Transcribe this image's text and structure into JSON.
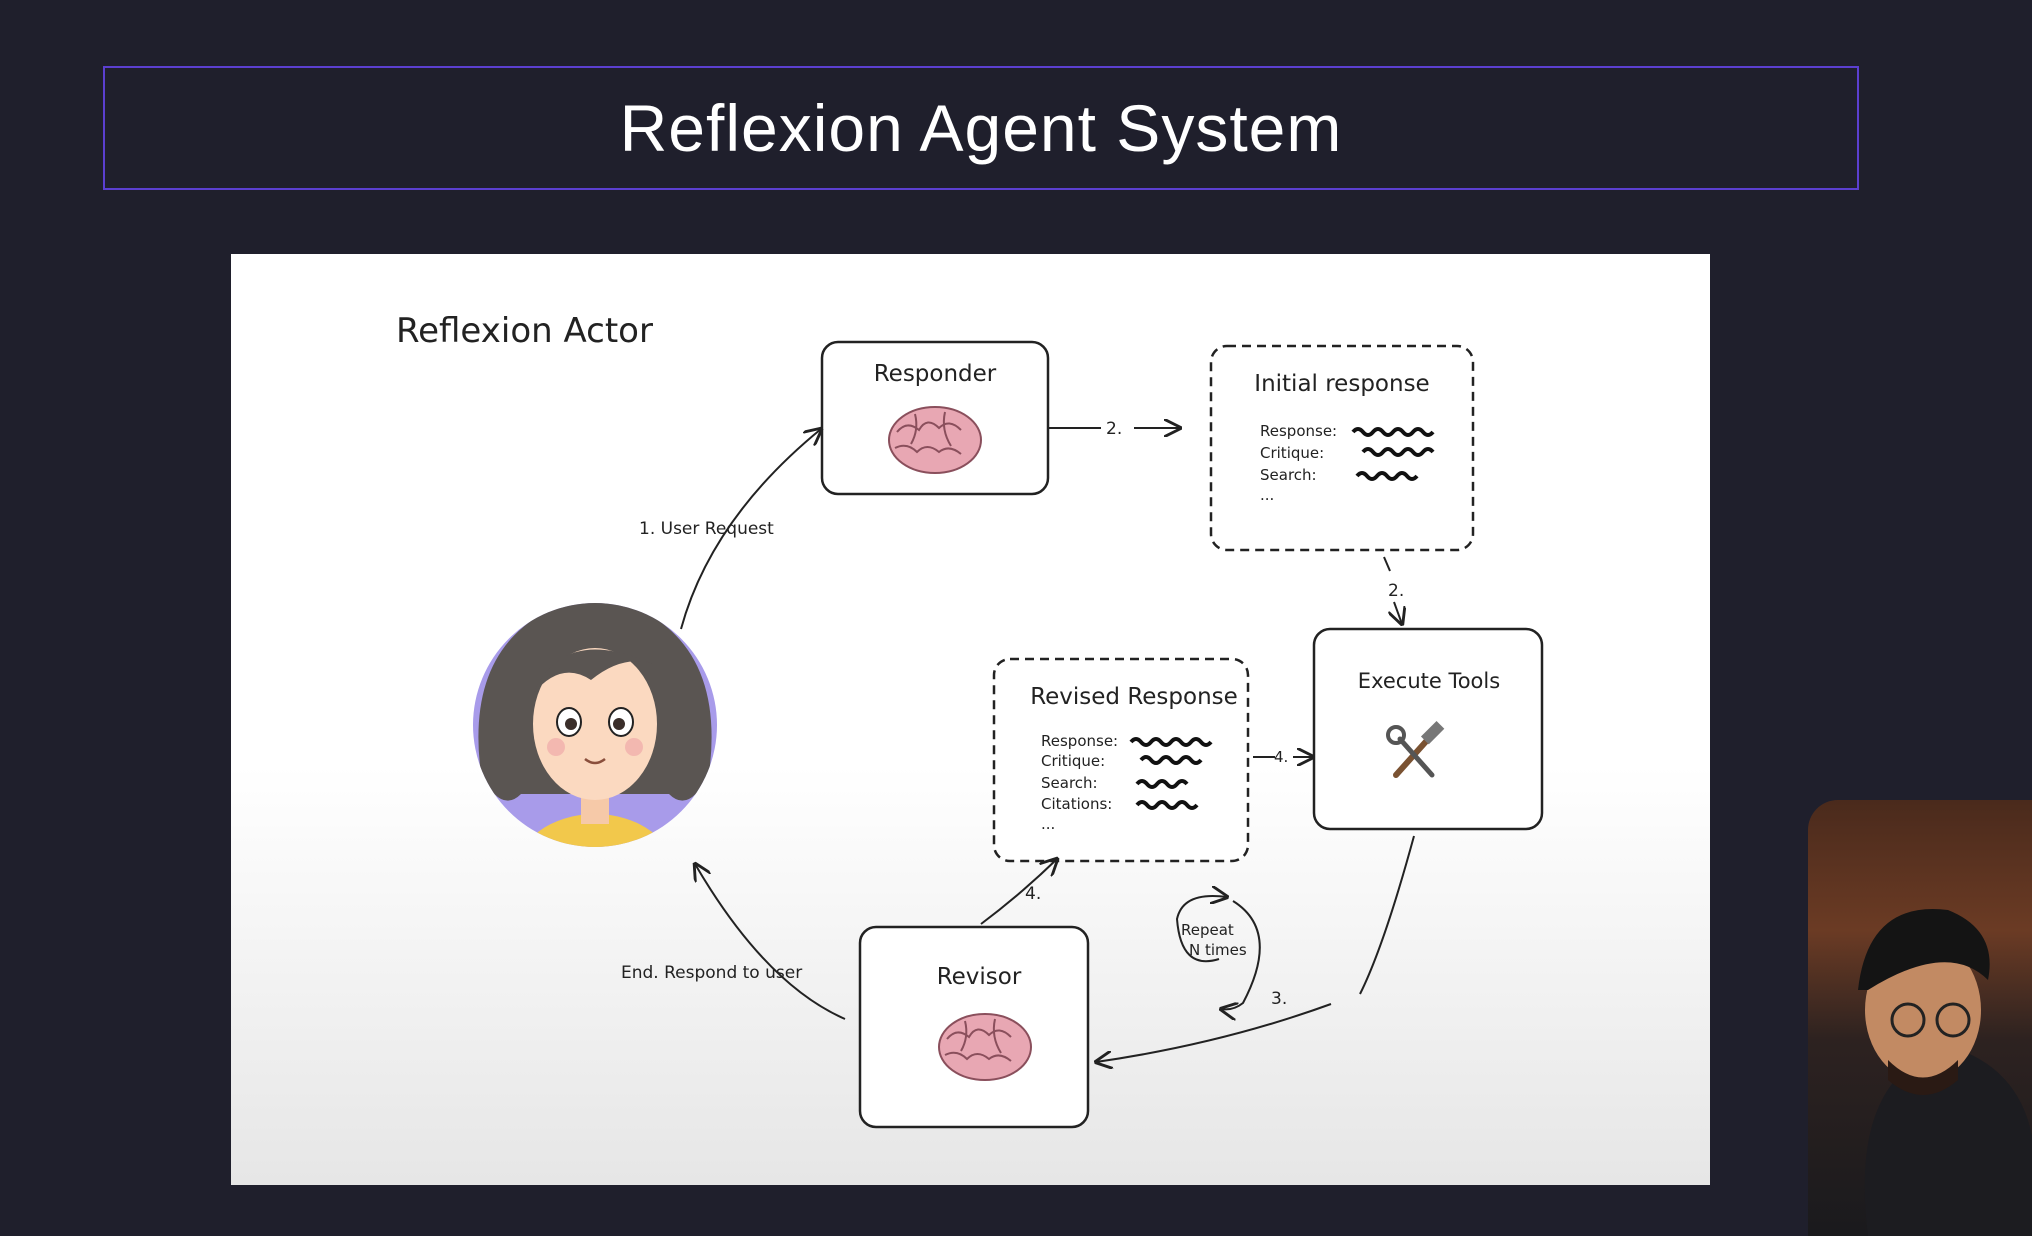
{
  "slide_title": "Reflexion Agent System",
  "diagram": {
    "heading": "Reflexion Actor",
    "responder": {
      "label": "Responder"
    },
    "initial_response": {
      "title": "Initial response",
      "fields": [
        "Response:",
        "Critique:",
        "Search:",
        "..."
      ]
    },
    "execute_tools": {
      "label": "Execute Tools"
    },
    "revised_response": {
      "title": "Revised Response",
      "fields": [
        "Response:",
        "Critique:",
        "Search:",
        "Citations:",
        "..."
      ]
    },
    "revisor": {
      "label": "Revisor"
    },
    "repeat_note": {
      "line1": "Repeat",
      "line2": "N times"
    },
    "edge_labels": {
      "user_request": "1. User Request",
      "step2a": "2.",
      "step2b": "2.",
      "step3": "3.",
      "step4a": "4.",
      "step4b": "4.",
      "end": "End. Respond to user"
    }
  },
  "colors": {
    "background": "#1f1f2c",
    "title_border": "#5b3fd0",
    "avatar_bg": "#a89bea",
    "brain": "#e8a7b3",
    "shirt": "#f2c84b"
  },
  "icons": [
    "brain-icon",
    "tools-icon",
    "user-avatar"
  ]
}
